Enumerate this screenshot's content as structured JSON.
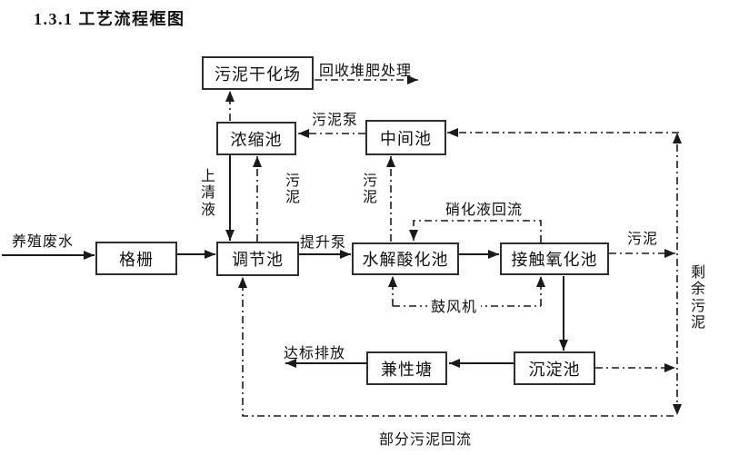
{
  "title": "1.3.1 工艺流程框图",
  "nodes": {
    "sludge_drying_field": "污泥干化场",
    "thickening_tank": "浓缩池",
    "intermediate_tank": "中间池",
    "bar_screen": "格栅",
    "regulating_tank": "调节池",
    "hydrolysis_acidification_tank": "水解酸化池",
    "contact_oxidation_tank": "接触氧化池",
    "facultative_pond": "兼性塘",
    "sedimentation_tank": "沉淀池"
  },
  "flow_labels": {
    "influent": "养殖废水",
    "compost_recycling": "回收堆肥处理",
    "sludge_pump": "污泥泵",
    "supernatant": "上清液",
    "sludge_to_thickener": "污泥",
    "sludge_to_intermediate": "污泥",
    "lift_pump": "提升泵",
    "nitrification_liquid_reflux": "硝化液回流",
    "blower": "鼓风机",
    "sludge_to_excess_line": "污泥",
    "excess_sludge": "剩余污泥",
    "standard_discharge": "达标排放",
    "partial_sludge_reflux": "部分污泥回流"
  },
  "style": {
    "ink_color": "#1a1a1a",
    "box_border_color": "#2e2e2e",
    "background_color": "#ffffff"
  }
}
